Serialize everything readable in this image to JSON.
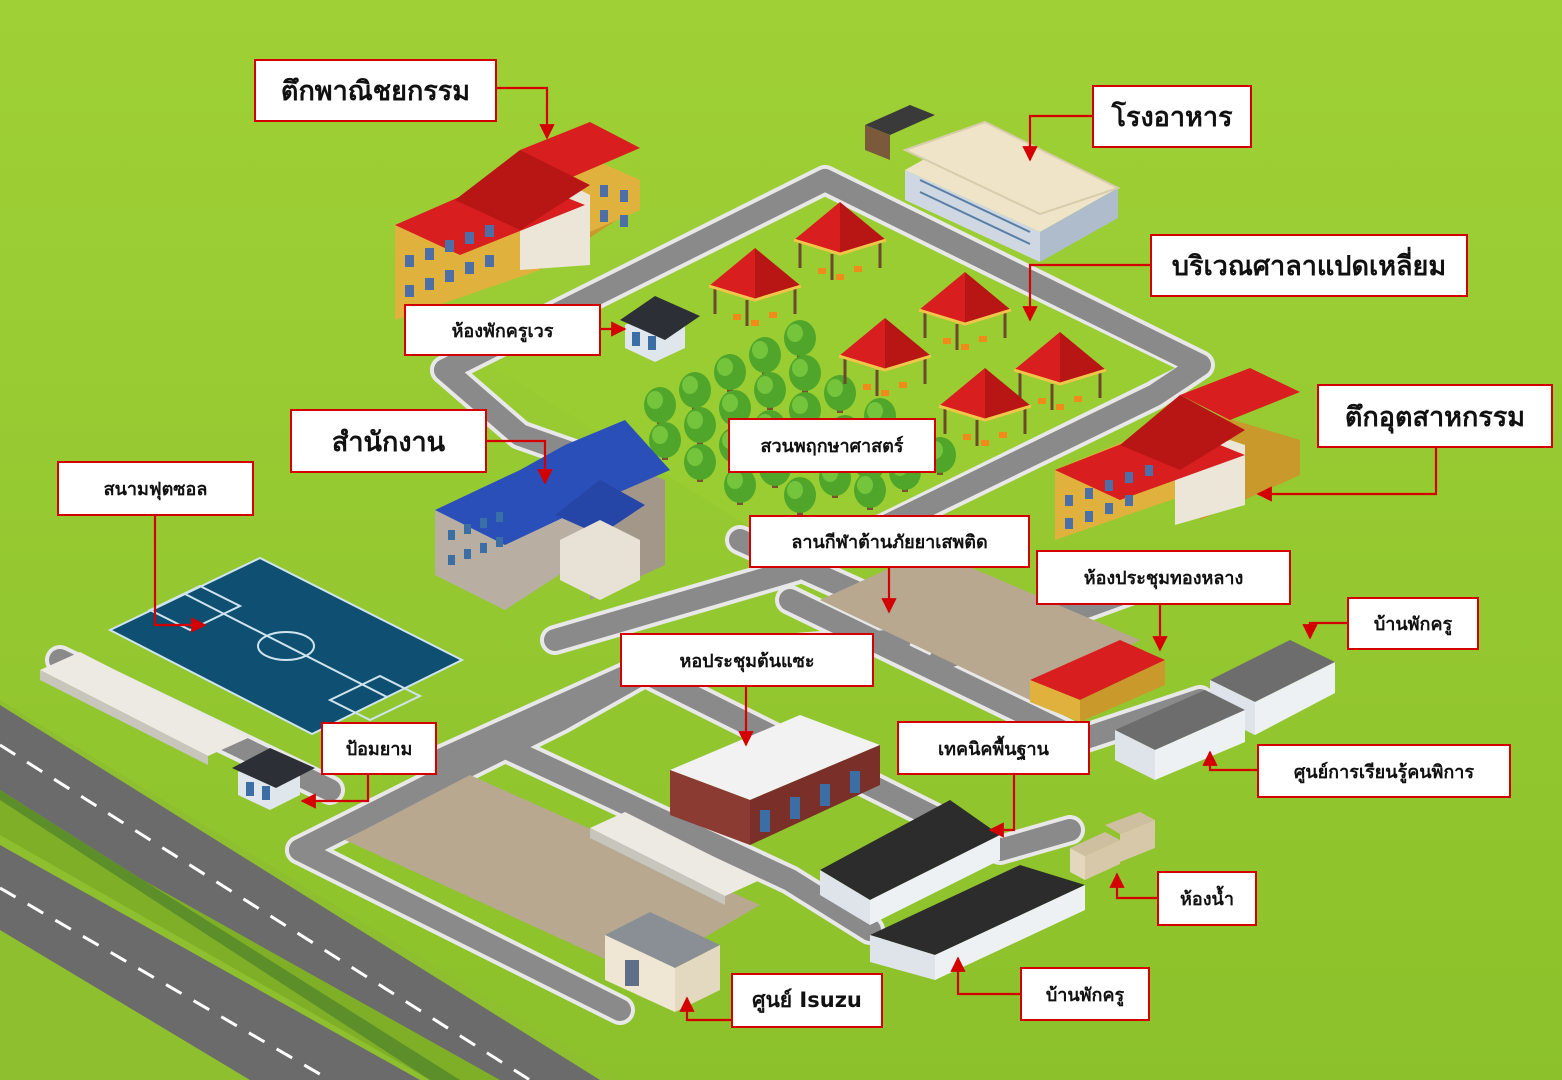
{
  "map": {
    "colors": {
      "grass": "#9acd32",
      "road": "#8a8a8a",
      "road_edge": "#e6e6e6",
      "highway": "#6b6b6b",
      "label_border": "#d40000",
      "arrow": "#d40000",
      "roof_red": "#d81e1e",
      "roof_blue": "#2a4fb8",
      "wall_yellow": "#e0b13c",
      "field_blue": "#0f4f72"
    },
    "labels": {
      "commerce_building": "ตึกพาณิชยกรรม",
      "canteen": "โรงอาหาร",
      "octagon_pavilion_area": "บริเวณศาลาแปดเหลี่ยม",
      "duty_teacher_room": "ห้องพักครูเวร",
      "office": "สำนักงาน",
      "botanical_garden": "สวนพฤกษาศาสตร์",
      "industrial_building": "ตึกอุตสาหกรรม",
      "futsal_field": "สนามฟุตซอล",
      "anti_drug_sports_ground": "ลานกีฬาต้านภัยยาเสพติด",
      "thonglang_meeting_room": "ห้องประชุมทองหลาง",
      "teacher_house_east": "บ้านพักครู",
      "tonsae_meeting_hall": "หอประชุมต้นแซะ",
      "guard_post": "ป้อมยาม",
      "basic_technique": "เทคนิคพื้นฐาน",
      "special_learning_center": "ศูนย์การเรียนรู้คนพิการ",
      "restroom": "ห้องน้ำ",
      "teacher_house_south": "บ้านพักครู",
      "isuzu_center": "ศูนย์ Isuzu"
    },
    "icons": {
      "tree": "tree-icon",
      "pavilion": "pavilion-icon",
      "building": "building-icon",
      "arrow": "arrow-icon"
    }
  }
}
